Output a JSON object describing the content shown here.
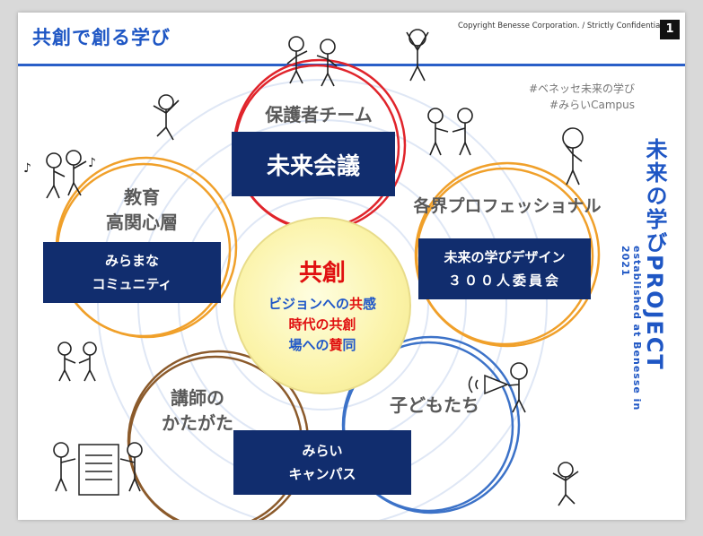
{
  "header": {
    "title": "共創で創る学び",
    "copyright": "Copyright  Benesse Corporation. / Strictly Confidential.",
    "page_number": "1"
  },
  "hashtags": [
    "#ベネッセ未来の学び",
    "#みらいCampus"
  ],
  "project": {
    "title": "未来の学びPROJECT",
    "subtitle": "established at Benesse in 2021"
  },
  "center": {
    "title": "共創",
    "line1_a": "ビジョンへの",
    "line1_b": "共",
    "line1_c": "感",
    "line2_a": "時",
    "line2_b": "代の共創",
    "line3_a": "場への",
    "line3_b": "賛",
    "line3_c": "同"
  },
  "groups": {
    "parents": {
      "label": "保護者チーム",
      "box": "未来会議",
      "color": "#e0242b"
    },
    "education": {
      "label1": "教育",
      "label2": "高関心層",
      "box1": "みらまな",
      "box2": "コミュニティ",
      "color": "#f0a02a"
    },
    "professionals": {
      "label": "各界プロフェッショナル",
      "box1": "未来の学びデザイン",
      "box2": "３００人委員会",
      "color": "#f0a02a"
    },
    "instructors": {
      "label1": "講師の",
      "label2": "かたがた",
      "color": "#8b5a2b"
    },
    "children": {
      "label": "子どもたち",
      "box1": "みらい",
      "box2": "キャンパス",
      "color": "#3c72c8"
    }
  },
  "icons": [
    "person-icon",
    "music-note-icon",
    "megaphone-icon",
    "document-icon"
  ]
}
